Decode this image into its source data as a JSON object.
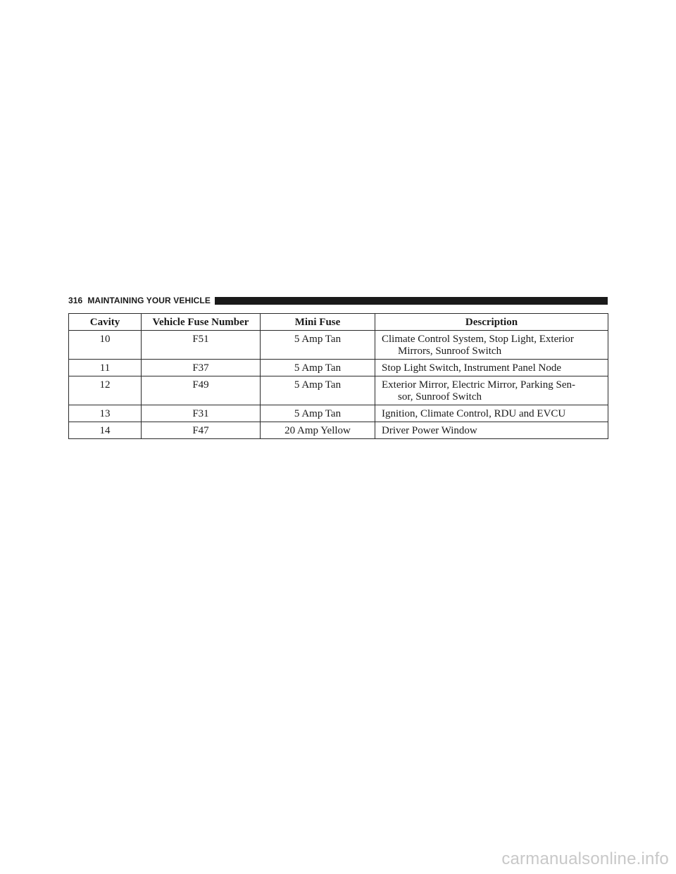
{
  "header": {
    "page_number": "316",
    "section_title": "MAINTAINING YOUR VEHICLE"
  },
  "table": {
    "columns": [
      "Cavity",
      "Vehicle Fuse Number",
      "Mini Fuse",
      "Description"
    ],
    "rows": [
      {
        "cavity": "10",
        "vehicle_fuse_number": "F51",
        "mini_fuse": "5 Amp Tan",
        "description": [
          "Climate Control System, Stop Light, Exterior",
          "Mirrors, Sunroof Switch"
        ]
      },
      {
        "cavity": "11",
        "vehicle_fuse_number": "F37",
        "mini_fuse": "5 Amp Tan",
        "description": [
          "Stop Light Switch, Instrument Panel Node"
        ]
      },
      {
        "cavity": "12",
        "vehicle_fuse_number": "F49",
        "mini_fuse": "5 Amp Tan",
        "description": [
          "Exterior Mirror, Electric Mirror, Parking Sen-",
          "sor, Sunroof Switch"
        ]
      },
      {
        "cavity": "13",
        "vehicle_fuse_number": "F31",
        "mini_fuse": "5 Amp Tan",
        "description": [
          "Ignition, Climate Control, RDU and EVCU"
        ]
      },
      {
        "cavity": "14",
        "vehicle_fuse_number": "F47",
        "mini_fuse": "20 Amp Yellow",
        "description": [
          "Driver Power Window"
        ]
      }
    ]
  },
  "watermark": "carmanualsonline.info"
}
